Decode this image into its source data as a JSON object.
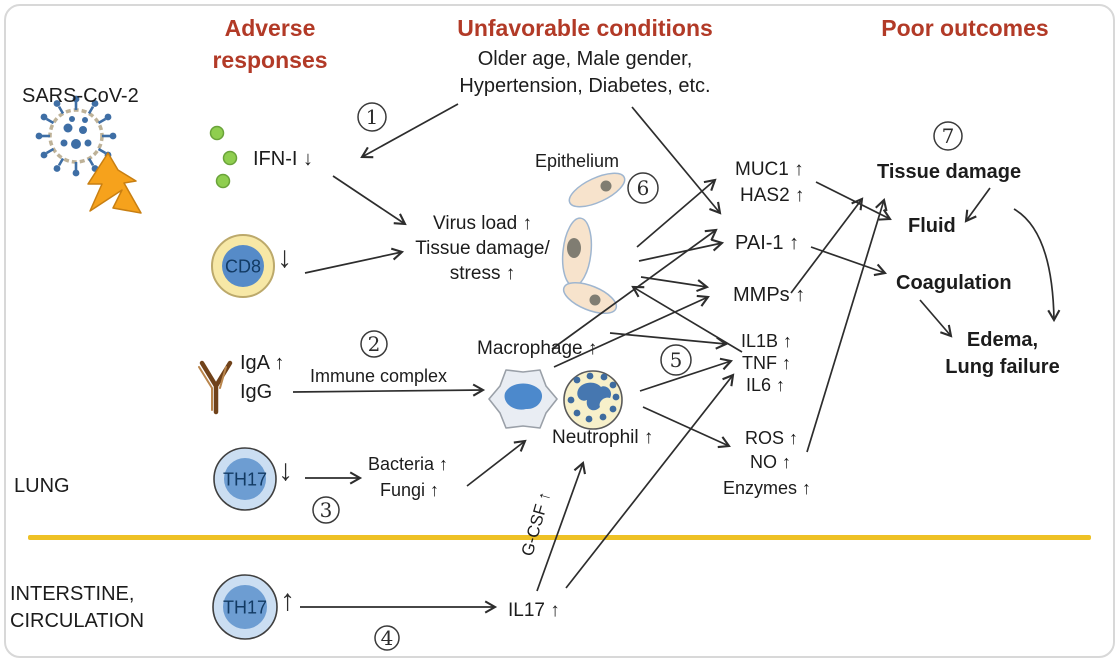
{
  "colors": {
    "header_red": "#B23A27",
    "divider_yellow": "#EEC125",
    "arrow": "#2d2d2d",
    "cell_blue": "#5E93CC",
    "cell_light_blue": "#CBDEF2",
    "cd8_yellow": "#F7E8A6",
    "neutrophil_cream": "#F7F0CA",
    "green_dot": "#8FCE4F",
    "virus_blue": "#3E6EA5",
    "lightning_orange": "#F6A21C",
    "antibody_brown": "#70421A",
    "epithelium_beige": "#F7E3CC"
  },
  "headers": {
    "adverse": "Adverse responses",
    "unfavorable": "Unfavorable conditions",
    "poor": "Poor outcomes"
  },
  "conditions": {
    "line1": "Older age, Male gender,",
    "line2": "Hypertension, Diabetes, etc."
  },
  "virus": {
    "label": "SARS-CoV-2"
  },
  "cells": {
    "cd8": "CD8",
    "cd8_arrow": "↓",
    "th17_lung": "TH17",
    "th17_lung_arrow": "↓",
    "th17_systemic": "TH17",
    "th17_systemic_arrow": "↑",
    "macrophage": "Macrophage ↑",
    "neutrophil": "Neutrophil ↑",
    "epithelium": "Epithelium"
  },
  "left_column": {
    "ifn": "IFN-I ↓",
    "iga": "IgA ↑",
    "igg": "IgG",
    "immune_complex": "Immune complex"
  },
  "middle": {
    "virus_load": "Virus load ↑",
    "tissue_damage": "Tissue damage/",
    "stress": "stress ↑",
    "bacteria": "Bacteria ↑",
    "fungi": "Fungi ↑",
    "il17": "IL17 ↑",
    "gcsf": "G-CSF ↑"
  },
  "mediators": {
    "muc1": "MUC1 ↑",
    "has2": "HAS2 ↑",
    "pai1": "PAI-1 ↑",
    "mmps": "MMPs ↑",
    "il1b": "IL1B ↑",
    "tnf": "TNF ↑",
    "il6": "IL6 ↑",
    "ros": "ROS ↑",
    "no": "NO ↑",
    "enzymes": "Enzymes ↑"
  },
  "outcomes": {
    "tissue_damage": "Tissue damage",
    "fluid": "Fluid",
    "coagulation": "Coagulation",
    "edema": "Edema,",
    "lung_failure": "Lung failure"
  },
  "regions": {
    "lung": "LUNG",
    "interstine": "INTERSTINE,",
    "circulation": "CIRCULATION"
  },
  "steps": {
    "n1": "1",
    "n2": "2",
    "n3": "3",
    "n4": "4",
    "n5": "5",
    "n6": "6",
    "n7": "7"
  }
}
